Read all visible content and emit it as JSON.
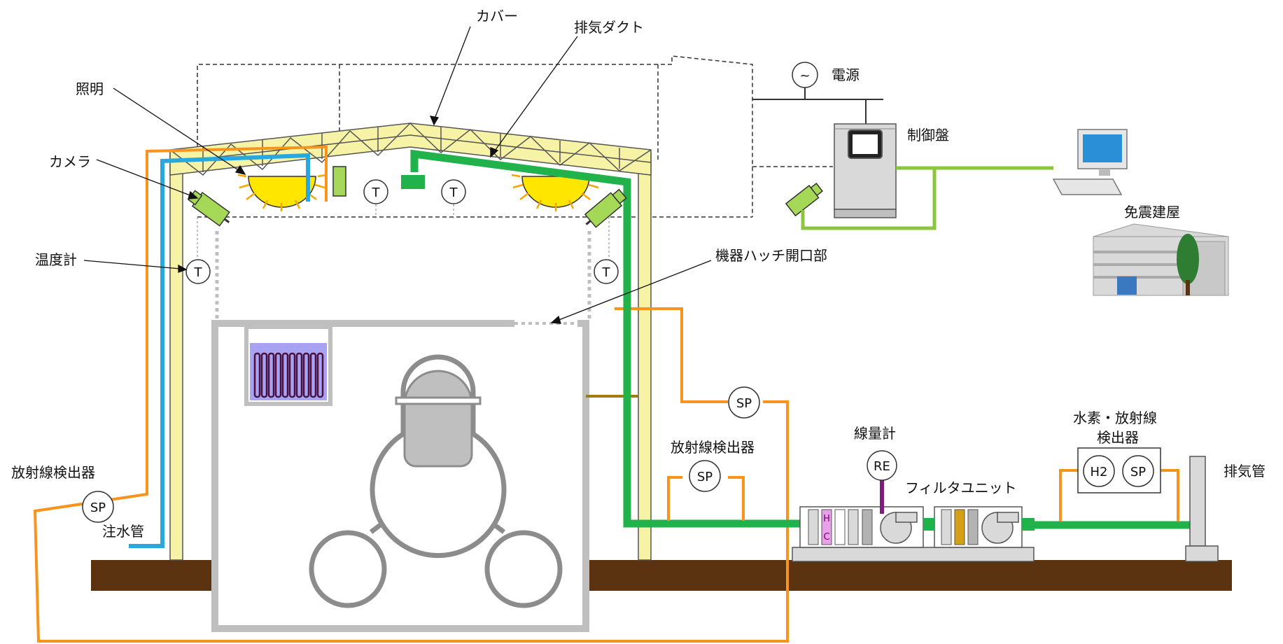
{
  "labels": {
    "cover": "カバー",
    "exhaust_duct": "排気ダクト",
    "lighting": "照明",
    "camera": "カメラ",
    "thermometer": "温度計",
    "power": "電源",
    "control_panel": "制御盤",
    "seismic_building": "免震建屋",
    "equipment_hatch": "機器ハッチ開口部",
    "radiation_detector_left": "放射線検出器",
    "water_injection_pipe": "注水管",
    "radiation_detector_mid": "放射線検出器",
    "dosimeter": "線量計",
    "filter_unit": "フィルタユニット",
    "hydrogen_radiation_detector_line1": "水素・放射線",
    "hydrogen_radiation_detector_line2": "検出器",
    "exhaust_pipe": "排気管"
  },
  "symbols": {
    "temperature": "T",
    "sampling_point": "SP",
    "radiation_element": "RE",
    "hydrogen": "H2",
    "power_source": "~",
    "heater_coil": "H/C"
  },
  "colors": {
    "water_line": "#29a8e0",
    "exhaust_line": "#21b24b",
    "sampling_line": "#f7941d",
    "ground": "#5c3310",
    "reactor_building": "#bfbfbf",
    "truss": "#f7f3a6",
    "lamp": "#ffe600",
    "camera": "#a6d858",
    "network_line": "#8cc63f"
  }
}
